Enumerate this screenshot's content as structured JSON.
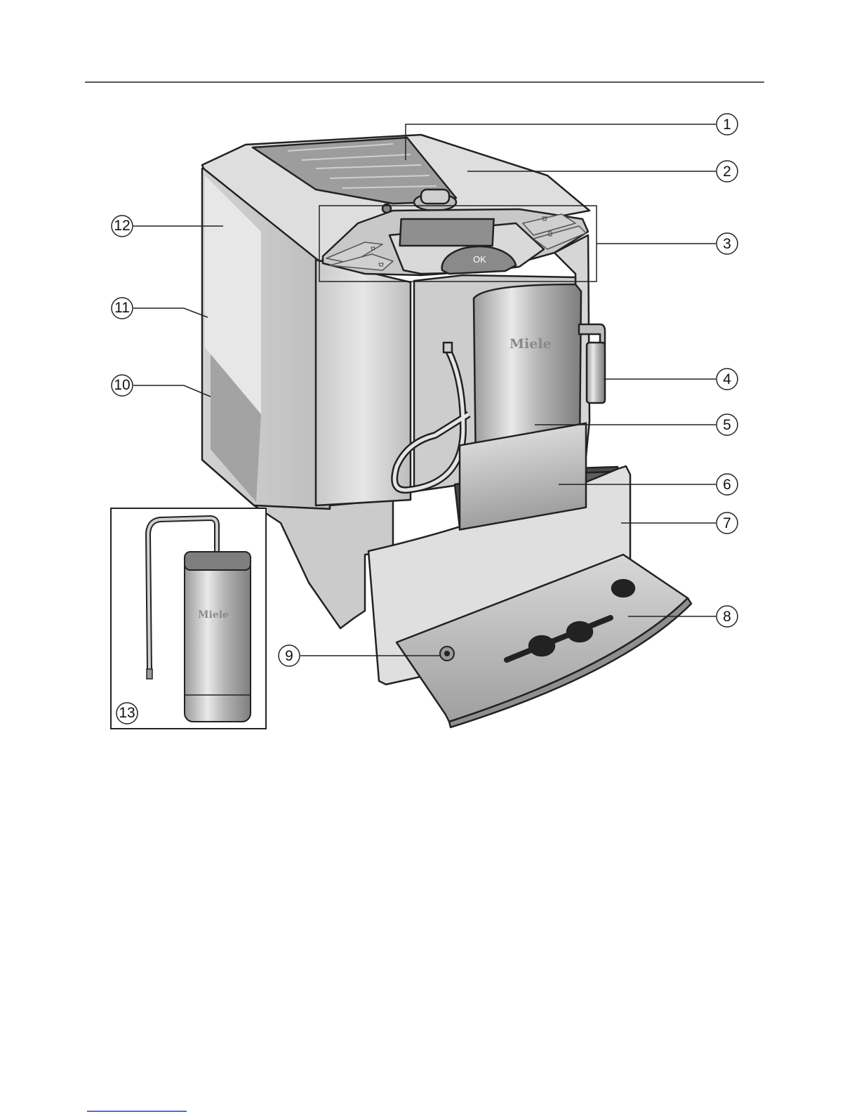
{
  "brand": {
    "machine_logo": "Miele",
    "milk_flask_logo": "Miele"
  },
  "control_panel": {
    "ok_label": "OK"
  },
  "callouts": [
    {
      "label": "1"
    },
    {
      "label": "2"
    },
    {
      "label": "3"
    },
    {
      "label": "4"
    },
    {
      "label": "5"
    },
    {
      "label": "6"
    },
    {
      "label": "7"
    },
    {
      "label": "8"
    },
    {
      "label": "9"
    },
    {
      "label": "10"
    },
    {
      "label": "11"
    },
    {
      "label": "12"
    },
    {
      "label": "13"
    }
  ],
  "colors": {
    "outline": "#222222",
    "body_light": "#dcdcdc",
    "body_mid": "#c4c4c4",
    "body_dark": "#a9a9a9",
    "steel_dark": "#8c8c8c",
    "footer_link": "#2a3fb0"
  }
}
